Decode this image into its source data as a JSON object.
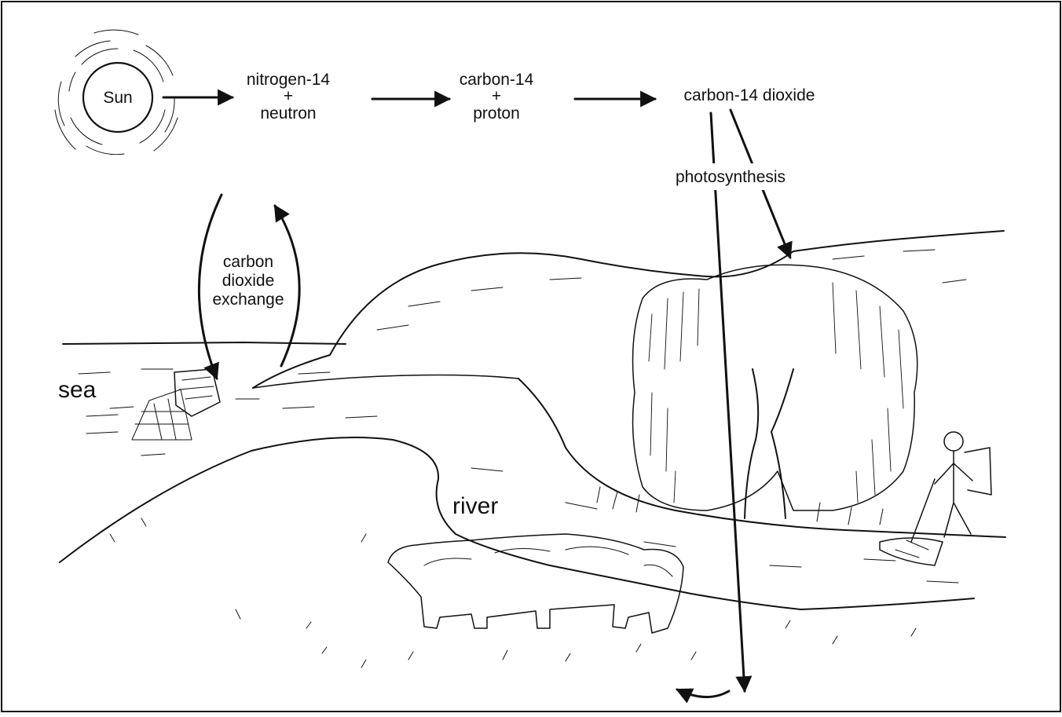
{
  "sun": {
    "label": "Sun"
  },
  "chain": {
    "step1_line1": "nitrogen-14",
    "step1_plus": "+",
    "step1_line2": "neutron",
    "step2_line1": "carbon-14",
    "step2_plus": "+",
    "step2_line2": "proton",
    "step3": "carbon-14 dioxide"
  },
  "process": {
    "photosynthesis": "photosynthesis",
    "exchange_line1": "carbon",
    "exchange_line2": "dioxide",
    "exchange_line3": "exchange"
  },
  "places": {
    "sea": "sea",
    "river": "river"
  }
}
